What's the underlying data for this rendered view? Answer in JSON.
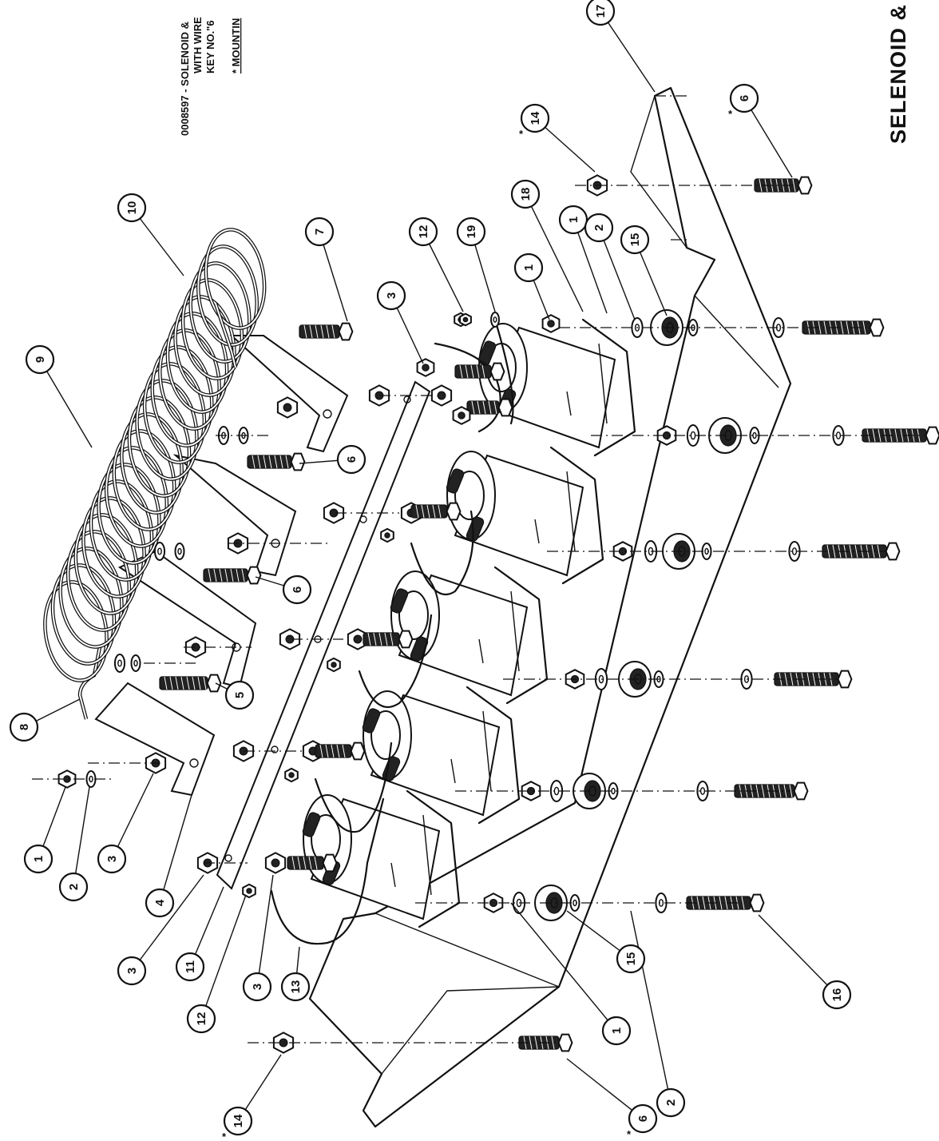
{
  "title": "SELENOID &",
  "notes": {
    "line1": "0008597 - SOLENOID &",
    "line2": "WITH WIRE",
    "line3": "KEY NO.\"6",
    "mounting": "* MOUNTIN"
  },
  "callouts": [
    {
      "id": "c1a",
      "label": "1"
    },
    {
      "id": "c2a",
      "label": "2"
    },
    {
      "id": "c3a",
      "label": "3"
    },
    {
      "id": "c4",
      "label": "4"
    },
    {
      "id": "c3b",
      "label": "3"
    },
    {
      "id": "c11",
      "label": "11"
    },
    {
      "id": "c12a",
      "label": "12"
    },
    {
      "id": "c3c",
      "label": "3"
    },
    {
      "id": "c13",
      "label": "13"
    },
    {
      "id": "c14a",
      "label": "14",
      "starred": true
    },
    {
      "id": "c6a",
      "label": "6",
      "starred": true
    },
    {
      "id": "c2b",
      "label": "2"
    },
    {
      "id": "c1b",
      "label": "1"
    },
    {
      "id": "c15a",
      "label": "15"
    },
    {
      "id": "c16",
      "label": "16"
    },
    {
      "id": "c8",
      "label": "8"
    },
    {
      "id": "c5",
      "label": "5"
    },
    {
      "id": "c9",
      "label": "9"
    },
    {
      "id": "c6b",
      "label": "6"
    },
    {
      "id": "c6c",
      "label": "6"
    },
    {
      "id": "c10",
      "label": "10"
    },
    {
      "id": "c7",
      "label": "7"
    },
    {
      "id": "c3d",
      "label": "3"
    },
    {
      "id": "c12b",
      "label": "12"
    },
    {
      "id": "c19",
      "label": "19"
    },
    {
      "id": "c1c",
      "label": "1"
    },
    {
      "id": "c18",
      "label": "18"
    },
    {
      "id": "c1d",
      "label": "1"
    },
    {
      "id": "c2c",
      "label": "2"
    },
    {
      "id": "c15b",
      "label": "15"
    },
    {
      "id": "c14b",
      "label": "14",
      "starred": true
    },
    {
      "id": "c6d",
      "label": "6",
      "starred": true
    },
    {
      "id": "c17",
      "label": "17"
    }
  ]
}
